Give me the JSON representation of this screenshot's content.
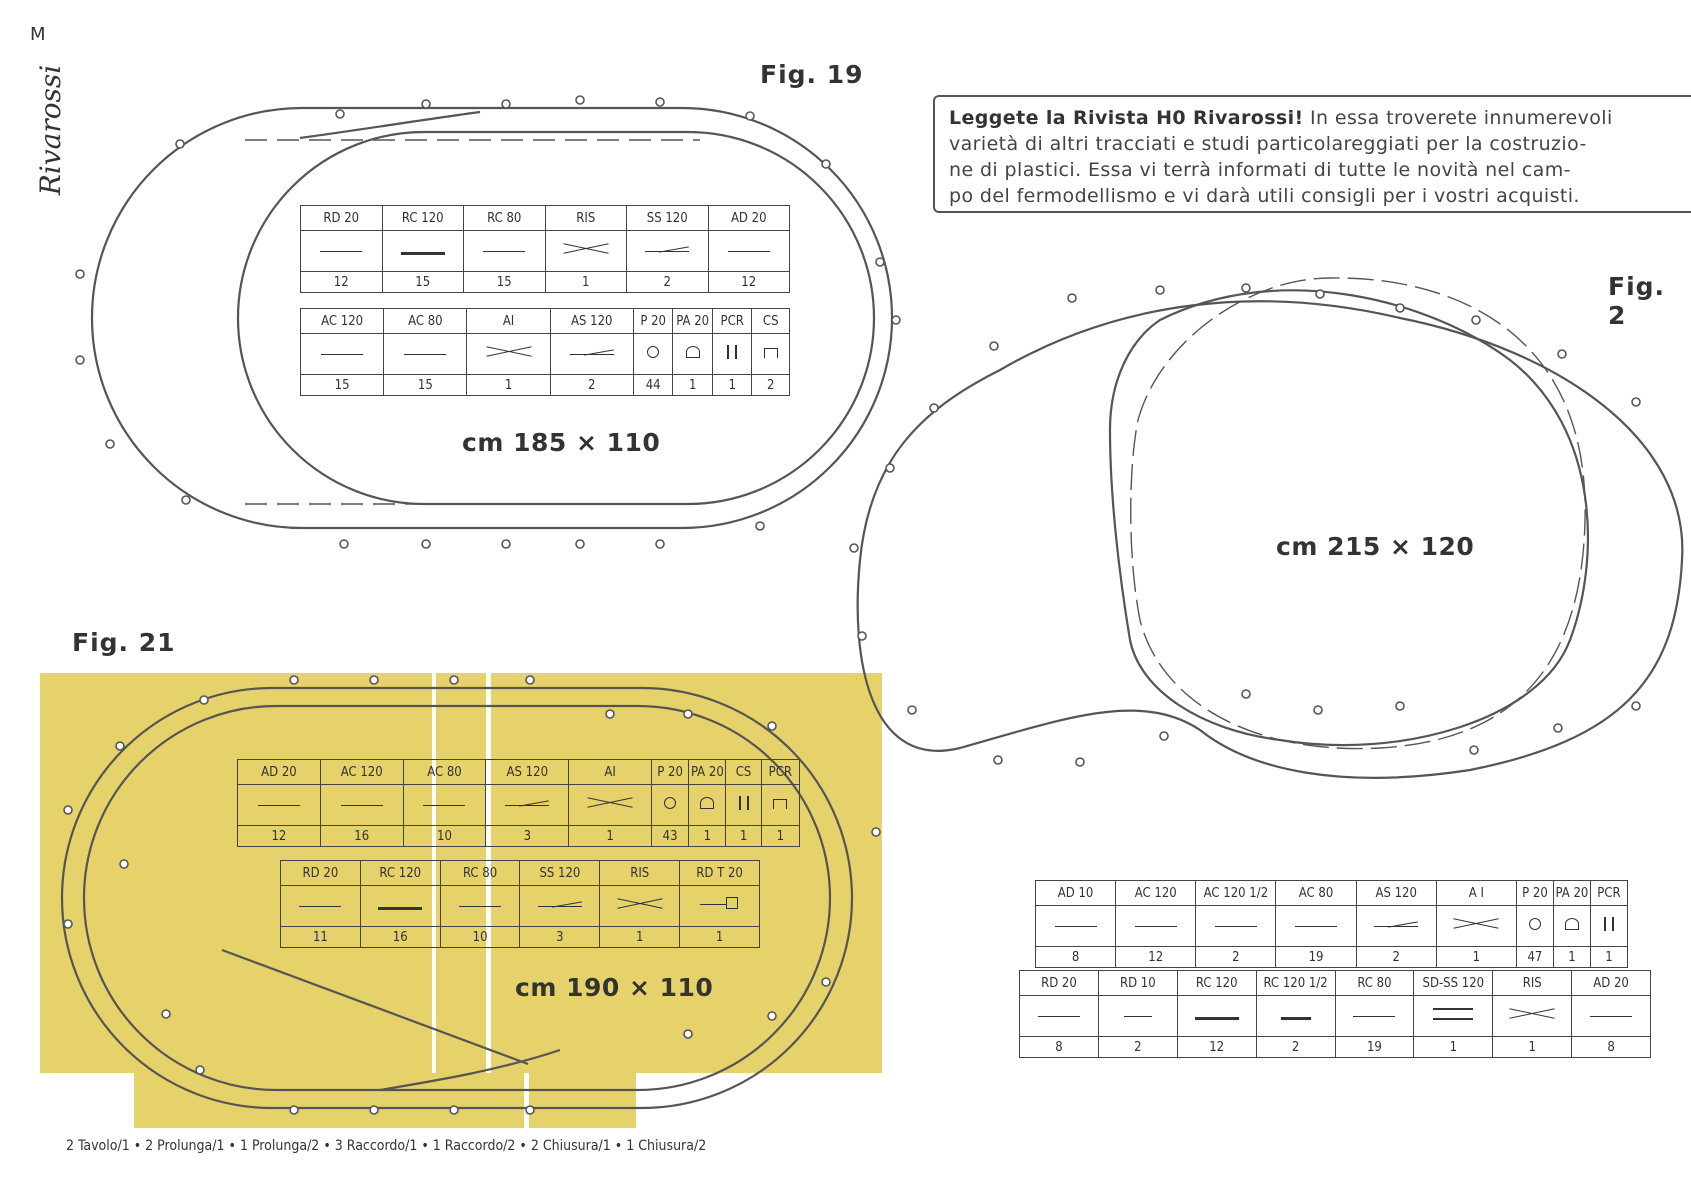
{
  "page_letter": "M",
  "brand": "Rivarossi",
  "figures": {
    "fig19": {
      "label": "Fig. 19",
      "dimension": "cm 185 × 110"
    },
    "fig20": {
      "label": "Fig. 2",
      "dimension": "cm 215 × 120"
    },
    "fig21": {
      "label": "Fig. 21",
      "dimension": "cm 190 × 110"
    }
  },
  "notice": {
    "bold": "Leggete la Rivista H0 Rivarossi!",
    "line1": " In essa troverete innumerevoli",
    "line2": "varietà di altri tracciati e studi particolareggiati per la costruzio-",
    "line3": "ne di plastici. Essa vi terrà informati di tutte le novità nel cam-",
    "line4": "po del fermodellismo e vi darà utili consigli per i vostri acquisti."
  },
  "tables": {
    "fig19_a": {
      "headers": [
        "RD 20",
        "RC 120",
        "RC 80",
        "RIS",
        "SS 120",
        "AD 20"
      ],
      "quantities": [
        "12",
        "15",
        "15",
        "1",
        "2",
        "12"
      ]
    },
    "fig19_b": {
      "headers": [
        "AC 120",
        "AC 80",
        "AI",
        "AS 120",
        "P 20",
        "PA 20",
        "PCR",
        "CS"
      ],
      "quantities": [
        "15",
        "15",
        "1",
        "2",
        "44",
        "1",
        "1",
        "2"
      ]
    },
    "fig21_a": {
      "headers": [
        "AD 20",
        "AC 120",
        "AC 80",
        "AS 120",
        "AI",
        "P 20",
        "PA 20",
        "CS",
        "PCR"
      ],
      "quantities": [
        "12",
        "16",
        "10",
        "3",
        "1",
        "43",
        "1",
        "1",
        "1"
      ]
    },
    "fig21_b": {
      "headers": [
        "RD 20",
        "RC 120",
        "RC 80",
        "SS 120",
        "RIS",
        "RD T 20"
      ],
      "quantities": [
        "11",
        "16",
        "10",
        "3",
        "1",
        "1"
      ]
    },
    "fig20_a": {
      "headers": [
        "AD 10",
        "AC 120",
        "AC 120 1/2",
        "AC 80",
        "AS 120",
        "A I",
        "P 20",
        "PA 20",
        "PCR"
      ],
      "quantities": [
        "8",
        "12",
        "2",
        "19",
        "2",
        "1",
        "47",
        "1",
        "1"
      ]
    },
    "fig20_b": {
      "headers": [
        "RD 20",
        "RD 10",
        "RC 120",
        "RC 120 1/2",
        "RC 80",
        "SD-SS 120",
        "RIS",
        "AD 20"
      ],
      "quantities": [
        "8",
        "2",
        "12",
        "2",
        "19",
        "1",
        "1",
        "8"
      ]
    }
  },
  "footer": "2  Tavolo/1  •  2  Prolunga/1  •  1  Prolunga/2  •  3  Raccordo/1  •  1  Raccordo/2  •  2  Chiusura/1  •  1  Chiusura/2"
}
